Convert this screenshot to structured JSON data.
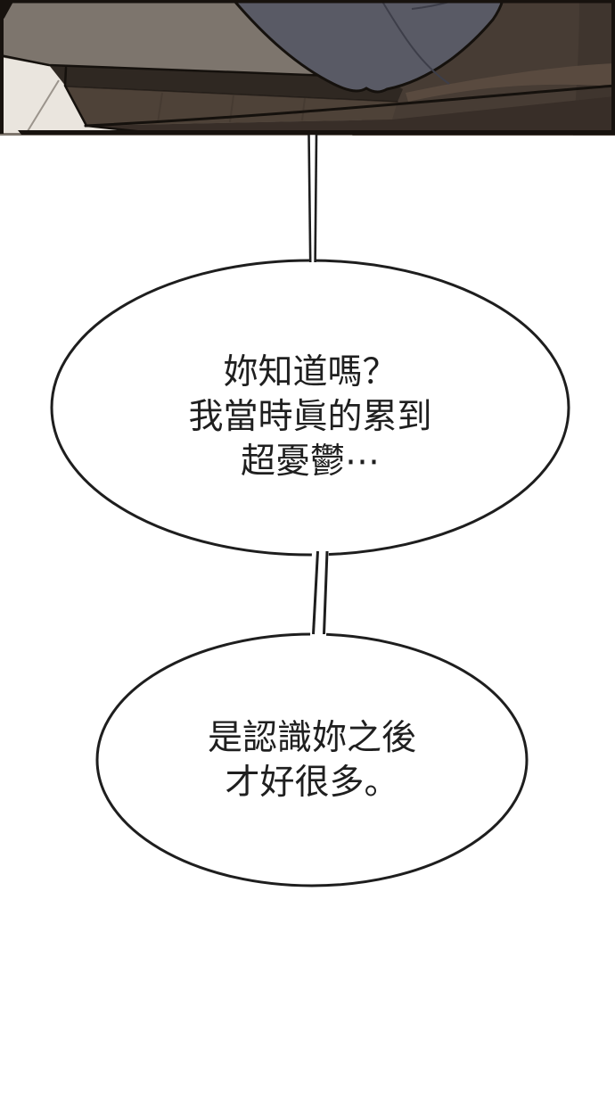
{
  "page": {
    "kind": "webtoon-comic-panel-with-dialogue",
    "background": "#ffffff"
  },
  "panel": {
    "colors": {
      "wall_gray": "#7d756d",
      "floor_cream": "#eae5de",
      "floor_line": "#9b948c",
      "garment_blue_gray": "#595a65",
      "garment_seam": "#3d3e49",
      "wood_top": "#2f2822",
      "wood_front": "#4e4238",
      "wood_grain": "#453a31",
      "wood_shadow": "#382e28",
      "right_brown": "#473c34",
      "right_brown_dark": "#3f352e",
      "right_brown_light": "#594a3f",
      "outline_black": "#15110d",
      "frame_black": "#17120e"
    }
  },
  "bubble_style": {
    "fill": "#ffffff",
    "stroke": "#1e1e1e",
    "text_color": "#1f1f1f"
  },
  "bubbles": [
    {
      "name": "speech-bubble-1",
      "lines": [
        "妳知道嗎？",
        "我當時眞的累到",
        "超憂鬱⋯"
      ]
    },
    {
      "name": "speech-bubble-2",
      "lines": [
        "是認識妳之後",
        "才好很多。"
      ]
    }
  ]
}
